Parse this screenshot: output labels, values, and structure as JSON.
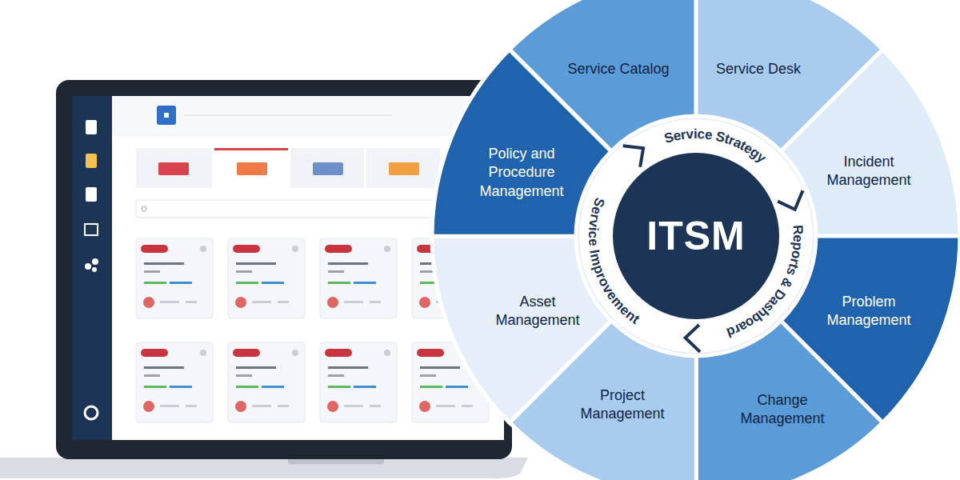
{
  "diagram": {
    "nodes": [
      {
        "text": [
          "Service Catalog"
        ]
      },
      {
        "text": [
          "Service Desk"
        ]
      },
      {
        "text": [
          "Incident Management"
        ]
      },
      {
        "text": [
          "Problem Management"
        ]
      },
      {
        "text": [
          "Change Management"
        ]
      },
      {
        "text": [
          "Project Management"
        ]
      },
      {
        "text": [
          "Asset Management"
        ]
      },
      {
        "text": [
          "Policy and Procedure Management"
        ]
      },
      {
        "text": [
          "ITSM"
        ]
      }
    ],
    "labels": [
      "Service Strategy",
      "Reports & Dashboard",
      "Service Improvement"
    ]
  }
}
